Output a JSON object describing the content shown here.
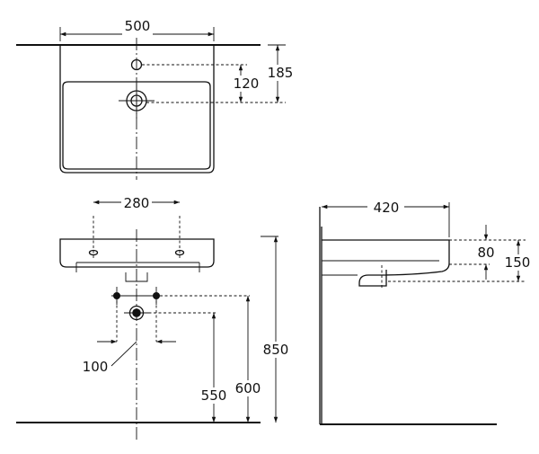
{
  "dimensions": {
    "width_top": "500",
    "tap_to_drain": "120",
    "wall_to_drain": "185",
    "tap_spacing": "280",
    "depth_side": "420",
    "side_height_short": "80",
    "side_height_full": "150",
    "waste_spacing": "100",
    "waste_height": "550",
    "trap_height": "600",
    "rim_height": "850"
  }
}
